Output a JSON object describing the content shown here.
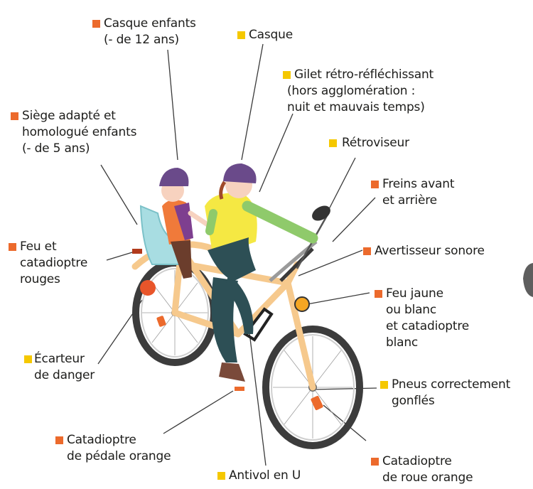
{
  "legend_colors": {
    "mandatory": "#ec6a2c",
    "recommended": "#f5c800"
  },
  "labels": {
    "casque_enfants": {
      "kind": "mandatory",
      "lines": [
        "Casque enfants",
        "(- de 12 ans)"
      ]
    },
    "casque": {
      "kind": "recommended",
      "lines": [
        "Casque"
      ]
    },
    "gilet": {
      "kind": "recommended",
      "lines": [
        "Gilet rétro-réfléchissant",
        "(hors agglomération :",
        "nuit et mauvais temps)"
      ]
    },
    "siege": {
      "kind": "mandatory",
      "lines": [
        "Siège adapté et",
        "homologué enfants",
        "(- de 5 ans)"
      ]
    },
    "retroviseur": {
      "kind": "recommended",
      "lines": [
        "Rétroviseur"
      ]
    },
    "freins": {
      "kind": "mandatory",
      "lines": [
        "Freins avant",
        "et arrière"
      ]
    },
    "feu_rouge": {
      "kind": "mandatory",
      "lines": [
        "Feu et",
        "catadioptre",
        "rouges"
      ]
    },
    "avertisseur": {
      "kind": "mandatory",
      "lines": [
        "Avertisseur sonore"
      ]
    },
    "feu_jaune": {
      "kind": "mandatory",
      "lines": [
        "Feu jaune",
        "ou blanc",
        "et catadioptre",
        "blanc"
      ]
    },
    "ecarteur": {
      "kind": "recommended",
      "lines": [
        "Écarteur",
        "de danger"
      ]
    },
    "pneus": {
      "kind": "recommended",
      "lines": [
        "Pneus correctement",
        "gonflés"
      ]
    },
    "cata_pedale": {
      "kind": "mandatory",
      "lines": [
        "Catadioptre",
        "de pédale orange"
      ]
    },
    "antivol": {
      "kind": "recommended",
      "lines": [
        "Antivol en U"
      ]
    },
    "cata_roue": {
      "kind": "mandatory",
      "lines": [
        "Catadioptre",
        "de roue orange"
      ]
    }
  }
}
